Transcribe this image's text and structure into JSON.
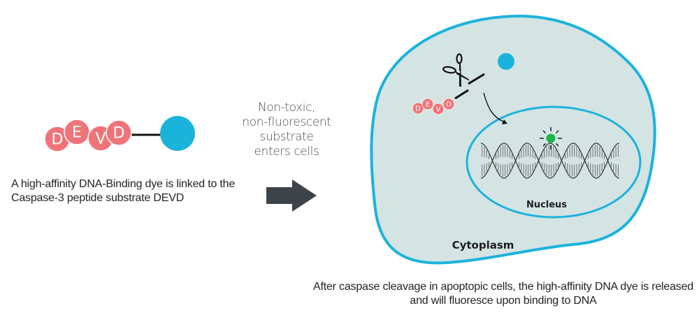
{
  "colors": {
    "peptide": "#ef7479",
    "dye": "#1cb3db",
    "cell_fill": "#d4e4e3",
    "membrane": "#1cb3db",
    "arrow": "#3e4249",
    "fluorescence": "#1bb34a",
    "dna": "#333333",
    "text": "#231f20"
  },
  "substrate": {
    "peptide_letters": [
      "D",
      "E",
      "V",
      "D"
    ],
    "dye_icon": "dye-circle"
  },
  "captions": {
    "left": "A high-affinity DNA-Binding dye is linked to the Caspase-3 peptide substrate DEVD",
    "middle_lines": [
      "Non-toxic,",
      "non-fluorescent",
      "substrate",
      "enters cells"
    ],
    "bottom": "After caspase cleavage in apoptopic cells, the high-affinity DNA dye is released and will fluoresce upon binding to DNA"
  },
  "cell": {
    "cytoplasm_label": "Cytoplasm",
    "nucleus_label": "Nucleus",
    "cleaved_peptide_letters": [
      "D",
      "E",
      "V",
      "D"
    ]
  },
  "icons": [
    "scissors-icon",
    "arrow-right-icon",
    "dna-helix-icon",
    "fluorescence-burst-icon"
  ]
}
